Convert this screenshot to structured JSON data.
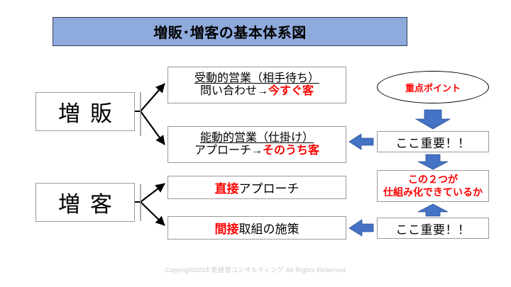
{
  "slide": {
    "title": "増販･増客の基本体系図",
    "title_fill": "#8FAADC",
    "accent_red": "#FF0000",
    "accent_blue": "#4472C4",
    "footer": "Copyright2018 乾経営コンサルティング All Rights Reserved"
  },
  "left_column": {
    "box_sales": "増販",
    "box_customers": "増客"
  },
  "sales_branch": {
    "passive": {
      "line1": "受動的営業（相手待ち）",
      "line2_plain": "問い合わせ→",
      "line2_red": "今すぐ客"
    },
    "active": {
      "line1": "能動的営業（仕掛け）",
      "line2_plain": "アプローチ→",
      "line2_red": "そのうち客"
    }
  },
  "customer_branch": {
    "direct": {
      "red": "直接",
      "plain": "アプローチ"
    },
    "indirect": {
      "red": "間接",
      "plain": "取組の施策"
    }
  },
  "right_column": {
    "ellipse": "重点ポイント",
    "important_top": "ここ重要！！",
    "core_line1": "この２つが",
    "core_line2": "仕組み化できているか",
    "important_bottom": "ここ重要！！"
  }
}
